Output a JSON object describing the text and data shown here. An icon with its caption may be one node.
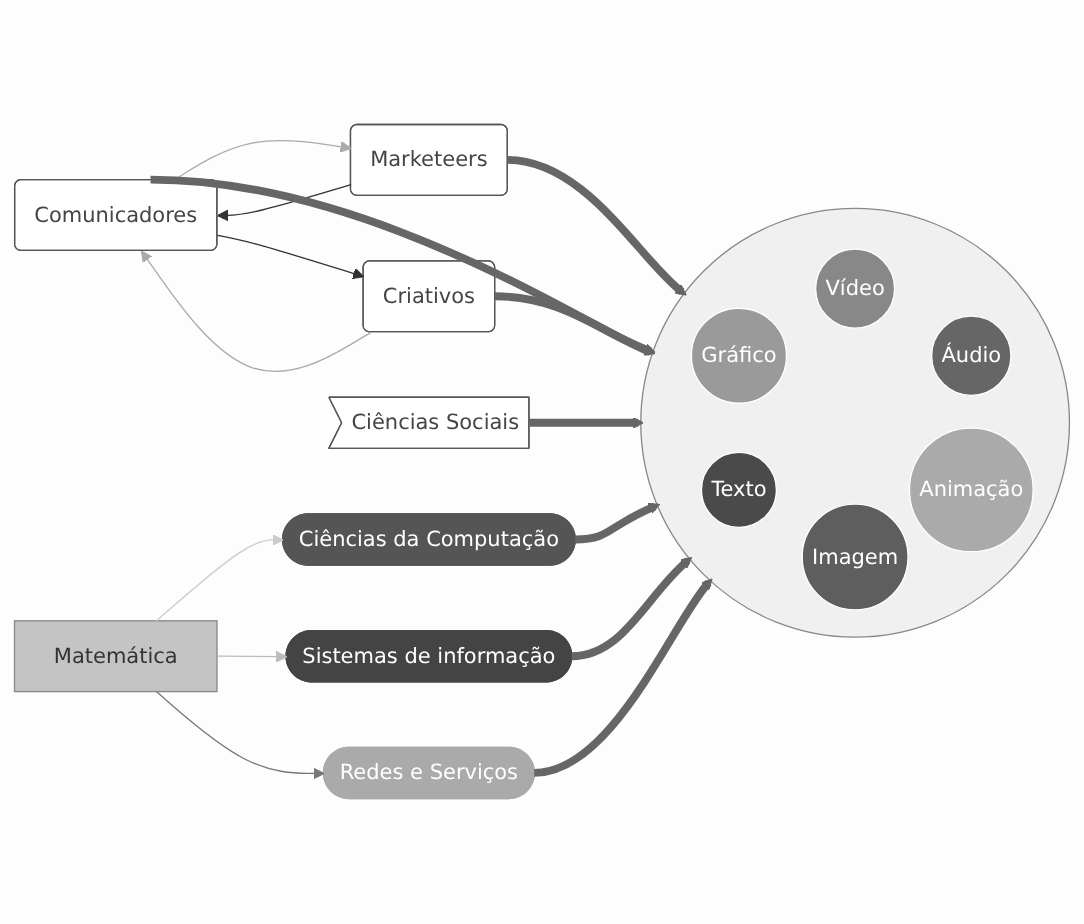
{
  "diagram": {
    "nodes": [
      {
        "text": [
          "Comunicadores"
        ]
      },
      {
        "text": [
          "Marketeers"
        ]
      },
      {
        "text": [
          "Criativos"
        ]
      },
      {
        "text": [],
        "shape": "circle"
      },
      {
        "text": [
          "Vídeo"
        ],
        "in": 3
      },
      {
        "text": [
          "Áudio"
        ],
        "in": 3
      },
      {
        "text": [
          "Animação"
        ],
        "in": 3
      },
      {
        "text": [
          "Imagem"
        ],
        "in": 3
      },
      {
        "text": [
          "Texto"
        ],
        "in": 3
      },
      {
        "text": [
          "Gráfico"
        ],
        "in": 3
      },
      {
        "text": [
          "Ciências Sociais"
        ]
      },
      {
        "text": [
          "Ciências da Computação"
        ]
      },
      {
        "text": [
          "Sistemas de informação"
        ]
      },
      {
        "text": [
          "Redes e Serviços"
        ]
      },
      {
        "text": [
          "Matemática"
        ]
      }
    ],
    "edges": [
      {
        "from": 0,
        "to": 1,
        "arrow": "to",
        "color": "#aaaaaa"
      },
      {
        "from": 1,
        "to": 0,
        "arrow": "to",
        "color": "#333333"
      },
      {
        "from": 2,
        "to": 0,
        "arrow": "to",
        "color": "#aaaaaa"
      },
      {
        "from": 0,
        "to": 2,
        "arrow": "to",
        "color": "#333333"
      },
      {
        "from": 0,
        "to": 3,
        "arrow": "to",
        "style": "thick"
      },
      {
        "from": 1,
        "to": 3,
        "arrow": "to",
        "style": "thick"
      },
      {
        "from": 2,
        "to": 3,
        "arrow": "to",
        "style": "thick"
      },
      {
        "from": 10,
        "to": 3,
        "arrow": "to",
        "style": "thick"
      },
      {
        "from": 11,
        "to": 3,
        "arrow": "to",
        "style": "thick"
      },
      {
        "from": 12,
        "to": 3,
        "arrow": "to",
        "style": "thick"
      },
      {
        "from": 13,
        "to": 3,
        "arrow": "to",
        "style": "thick"
      },
      {
        "from": 14,
        "to": 11,
        "arrow": "to",
        "color": "#cccccc"
      },
      {
        "from": 14,
        "to": 12,
        "arrow": "to",
        "color": "#bbbbbb"
      },
      {
        "from": 14,
        "to": 13,
        "arrow": "to",
        "color": "#777777"
      }
    ]
  }
}
